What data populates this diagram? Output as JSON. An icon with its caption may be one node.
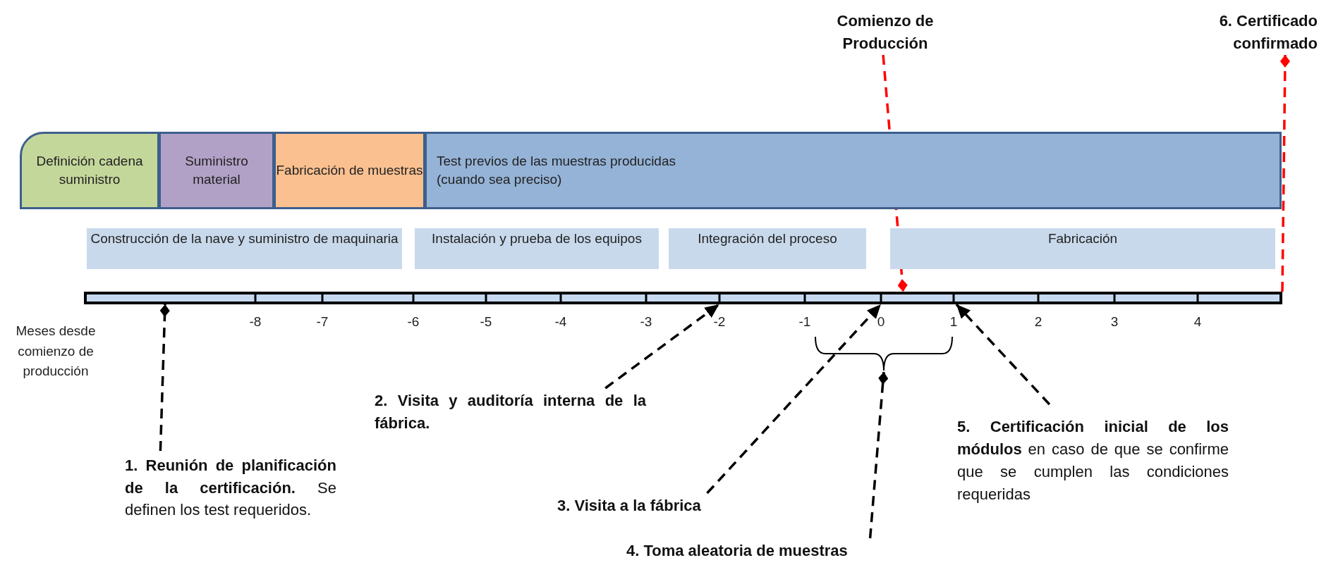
{
  "diagram": {
    "nodes": [
      {
        "text": [
          "Comienzo de Producción"
        ]
      },
      {
        "text": [
          "6. Certificado confirmado"
        ]
      },
      {
        "text": [
          "Definición cadena suministro"
        ]
      },
      {
        "text": [
          "Suministro material"
        ]
      },
      {
        "text": [
          "Fabricación de muestras"
        ]
      },
      {
        "text": [
          "Test previos de las muestras producidas (cuando sea preciso)"
        ]
      },
      {
        "text": [
          "Construcción de la nave y suministro de maquinaria"
        ]
      },
      {
        "text": [
          "Instalación y prueba de los equipos"
        ]
      },
      {
        "text": [
          "Integración del proceso"
        ]
      },
      {
        "text": [
          "Fabricación"
        ]
      },
      {
        "text": [],
        "shape": "bar"
      },
      {
        "text": [],
        "shape": "bracket"
      },
      {
        "text": [
          "**1. Reunión de planificación de la certificación.** Se definen los test requeridos."
        ]
      },
      {
        "text": [
          "2. Visita y auditoría interna de la fábrica."
        ]
      },
      {
        "text": [
          "3. Visita a la fábrica"
        ]
      },
      {
        "text": [
          "4. Toma aleatoria de muestras"
        ]
      },
      {
        "text": [
          "**5. Certificación inicial de los módulos** en caso de que se confirme que se cumplen las condiciones requeridas"
        ]
      }
    ],
    "edges": [
      {
        "from": 12,
        "to": 10,
        "arrow": "other",
        "style": "dashed"
      },
      {
        "from": 13,
        "to": 10,
        "arrow": "to",
        "style": "dashed"
      },
      {
        "from": 14,
        "to": 10,
        "arrow": "to",
        "style": "dashed"
      },
      {
        "from": 15,
        "to": 11,
        "arrow": "other",
        "style": "dashed"
      },
      {
        "from": 16,
        "to": 10,
        "arrow": "to",
        "style": "dashed"
      },
      {
        "from": 0,
        "to": 10,
        "arrow": "other",
        "style": "dashed",
        "color": "#ff0000"
      },
      {
        "from": 10,
        "to": 1,
        "arrow": "other",
        "style": "dashed",
        "color": "#ff0000"
      }
    ],
    "labels": [
      "-8",
      "-7",
      "-6",
      "-5",
      "-4",
      "-3",
      "-2",
      "-1",
      "0",
      "1",
      "2",
      "3",
      "4",
      "Meses desde comienzo de producción"
    ]
  }
}
